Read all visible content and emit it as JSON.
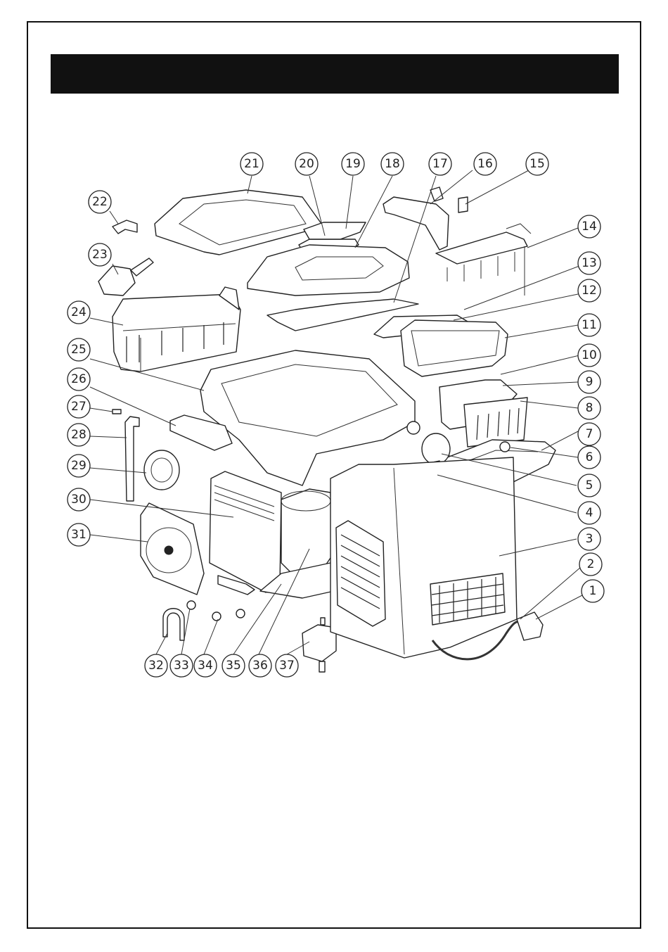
{
  "page": {
    "title": ""
  },
  "callouts": [
    {
      "id": "c1",
      "label": "1"
    },
    {
      "id": "c2",
      "label": "2"
    },
    {
      "id": "c3",
      "label": "3"
    },
    {
      "id": "c4",
      "label": "4"
    },
    {
      "id": "c5",
      "label": "5"
    },
    {
      "id": "c6",
      "label": "6"
    },
    {
      "id": "c7",
      "label": "7"
    },
    {
      "id": "c8",
      "label": "8"
    },
    {
      "id": "c9",
      "label": "9"
    },
    {
      "id": "c10",
      "label": "10"
    },
    {
      "id": "c11",
      "label": "11"
    },
    {
      "id": "c12",
      "label": "12"
    },
    {
      "id": "c13",
      "label": "13"
    },
    {
      "id": "c14",
      "label": "14"
    },
    {
      "id": "c15",
      "label": "15"
    },
    {
      "id": "c16",
      "label": "16"
    },
    {
      "id": "c17",
      "label": "17"
    },
    {
      "id": "c18",
      "label": "18"
    },
    {
      "id": "c19",
      "label": "19"
    },
    {
      "id": "c20",
      "label": "20"
    },
    {
      "id": "c21",
      "label": "21"
    },
    {
      "id": "c22",
      "label": "22"
    },
    {
      "id": "c23",
      "label": "23"
    },
    {
      "id": "c24",
      "label": "24"
    },
    {
      "id": "c25",
      "label": "25"
    },
    {
      "id": "c26",
      "label": "26"
    },
    {
      "id": "c27",
      "label": "27"
    },
    {
      "id": "c28",
      "label": "28"
    },
    {
      "id": "c29",
      "label": "29"
    },
    {
      "id": "c30",
      "label": "30"
    },
    {
      "id": "c31",
      "label": "31"
    },
    {
      "id": "c32",
      "label": "32"
    },
    {
      "id": "c33",
      "label": "33"
    },
    {
      "id": "c34",
      "label": "34"
    },
    {
      "id": "c35",
      "label": "35"
    },
    {
      "id": "c36",
      "label": "36"
    },
    {
      "id": "c37",
      "label": "37"
    }
  ]
}
